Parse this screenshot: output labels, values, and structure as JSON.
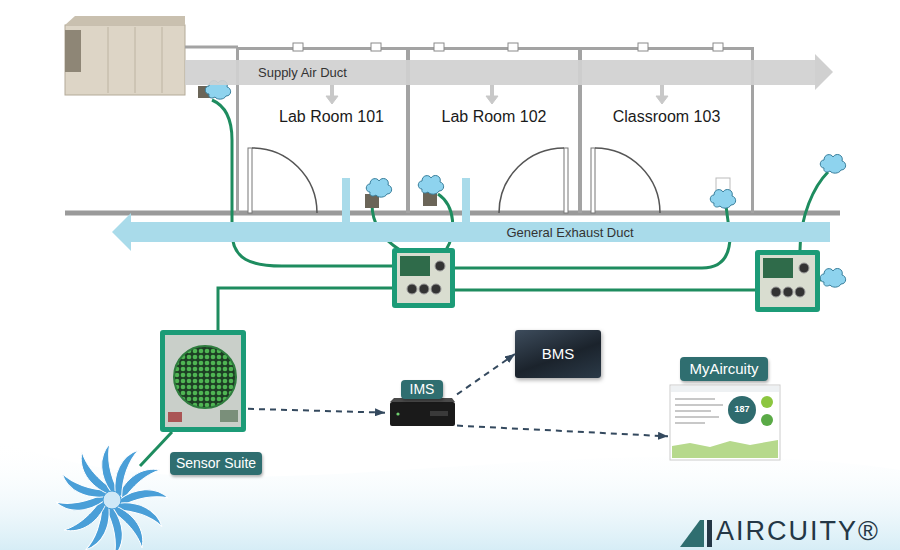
{
  "diagram": {
    "nodes": [
      {
        "text": [
          "Supply Air Duct"
        ]
      },
      {
        "text": [
          "Lab Room 101"
        ]
      },
      {
        "text": [
          "Lab Room 102"
        ]
      },
      {
        "text": [
          "Classroom 103"
        ]
      },
      {
        "text": [
          "General Exhaust Duct"
        ]
      },
      {
        "text": [
          "BMS"
        ]
      },
      {
        "text": [
          "MyAircuity"
        ]
      },
      {
        "text": [
          "IMS"
        ]
      },
      {
        "text": [
          "Sensor Suite"
        ]
      }
    ],
    "edges": [
      {
        "from": 8,
        "to": 7,
        "arrow": "to"
      },
      {
        "from": 7,
        "to": 5,
        "arrow": "to"
      },
      {
        "from": 7,
        "to": 6,
        "arrow": "to"
      }
    ],
    "labels": [
      "187",
      "AIRCUITY®"
    ]
  }
}
